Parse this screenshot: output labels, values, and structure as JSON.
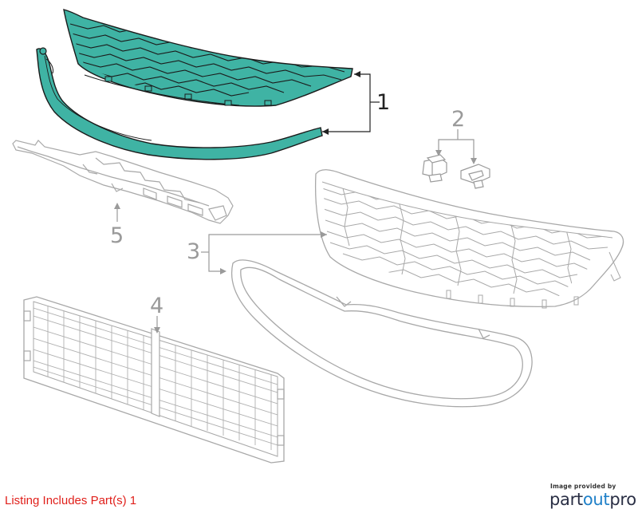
{
  "callouts": [
    {
      "id": "1",
      "label": "1"
    },
    {
      "id": "2",
      "label": "2"
    },
    {
      "id": "3",
      "label": "3"
    },
    {
      "id": "4",
      "label": "4"
    },
    {
      "id": "5",
      "label": "5"
    }
  ],
  "colors": {
    "highlight_fill": "#3fb3a4",
    "highlight_stroke": "#1b1b1b",
    "dim_stroke": "#a8a8a8",
    "listing_text": "#e0201b",
    "brand_dark": "#2a2f45",
    "brand_blue": "#1f80c8"
  },
  "listing_text": "Listing Includes Part(s) 1",
  "watermark": {
    "provided_by": "Image provided by",
    "brand_part": "part",
    "brand_out": "out",
    "brand_pro": "pro"
  }
}
